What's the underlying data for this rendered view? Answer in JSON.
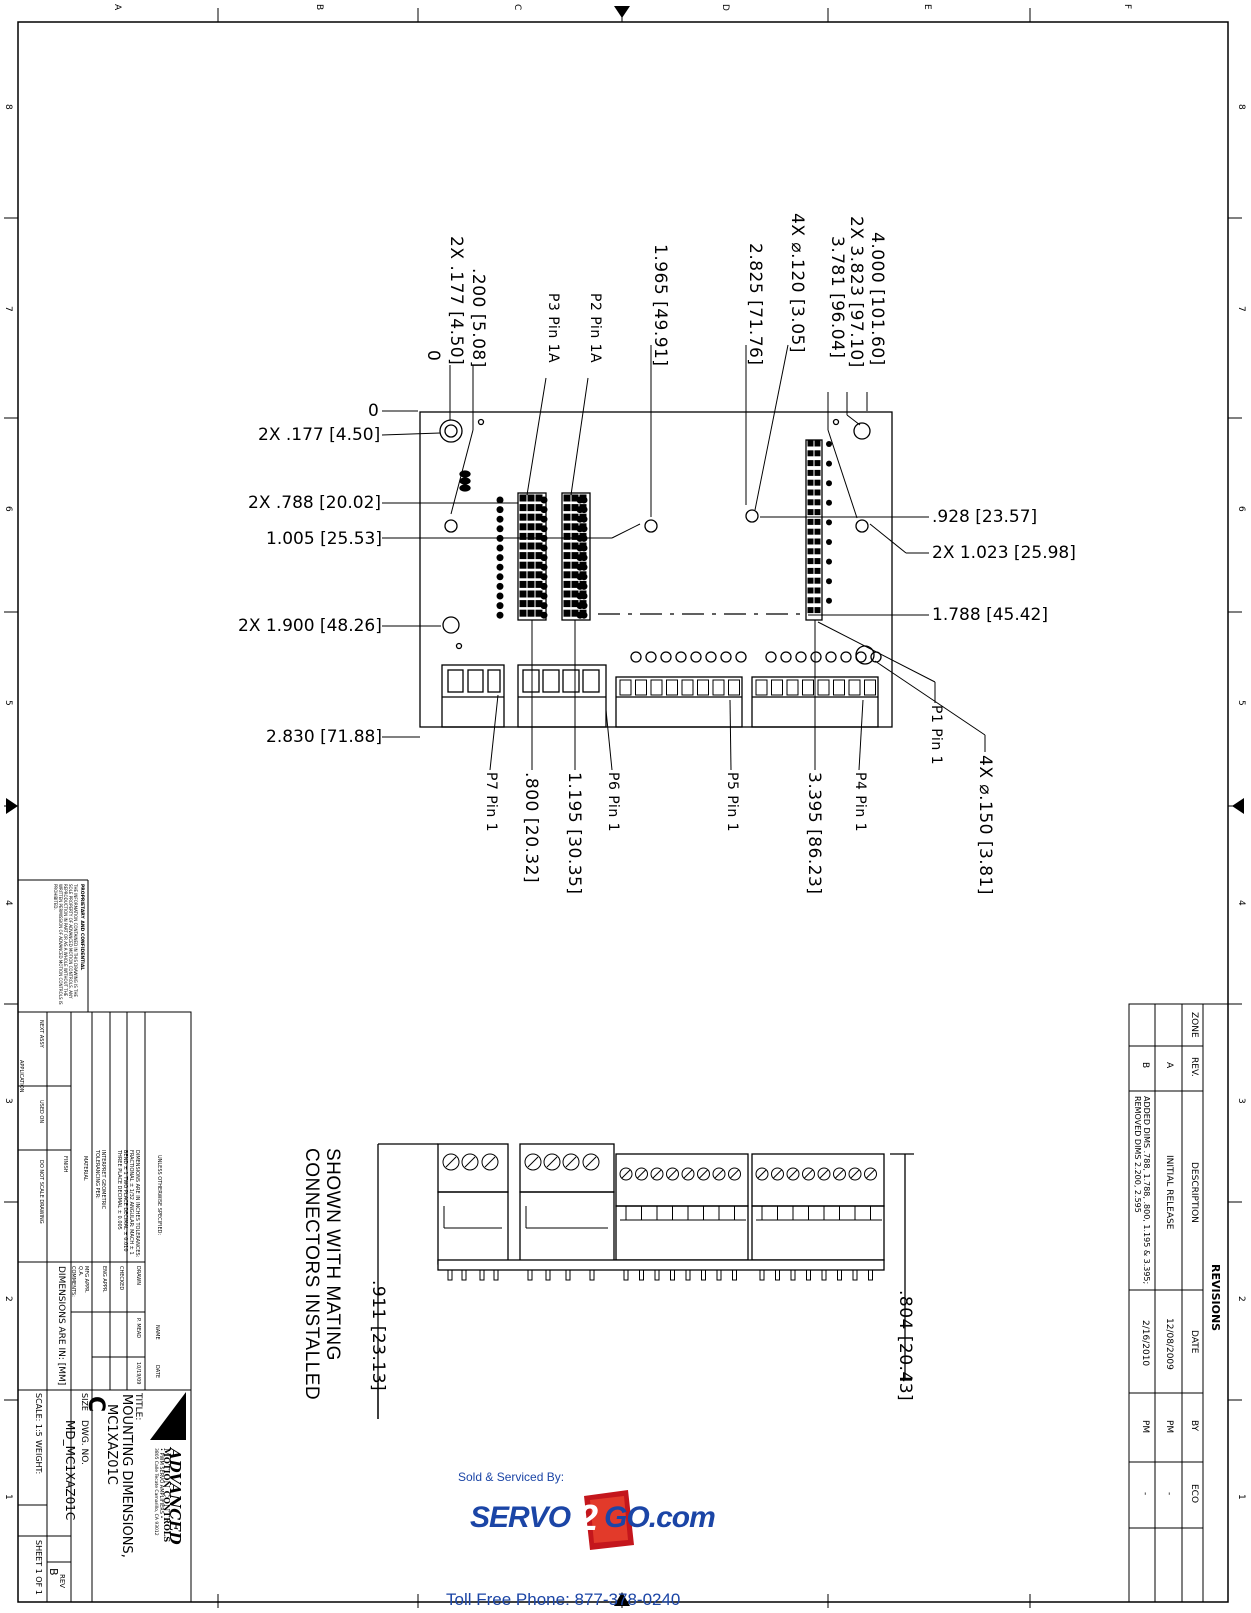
{
  "top_view": {
    "dims_top": {
      "d1": "4.000 [101.60]",
      "d2": "2X 3.823 [97.10]",
      "d3": "3.781 [96.04]",
      "d4": "4X ⌀.120 [3.05]",
      "d5": "2.825 [71.76]",
      "d6": "1.965 [49.91]",
      "d7": "P2 Pin 1A",
      "d8": "P3 Pin 1A",
      "d9": ".200 [5.08]",
      "d10": "2X .177 [4.50]",
      "d11": "0"
    },
    "dims_left": {
      "l0": "0",
      "l1": "2X .177 [4.50]",
      "l2": "2X .788 [20.02]",
      "l3": "1.005 [25.53]",
      "l4": "2X 1.900 [48.26]",
      "l5": "2.830 [71.88]"
    },
    "dims_right": {
      "r1": ".928 [23.57]",
      "r2": "2X 1.023 [25.98]",
      "r3": "1.788 [45.42]"
    },
    "dims_bottom": {
      "b1": "P7 Pin 1",
      "b2": ".800 [20.32]",
      "b3": "1.195 [30.35]",
      "b4": "P6 Pin 1",
      "b5": "P5 Pin 1",
      "b6": "3.395 [86.23]",
      "b7": "P4 Pin 1",
      "b8": "P1 Pin 1",
      "b9": "4X ⌀.150 [3.81]"
    }
  },
  "side_view": {
    "note_line1": "SHOWN WITH MATING",
    "note_line2": "CONNECTORS INSTALLED",
    "dim_left": ".911 [23.13]",
    "dim_right": ".804 [20.43]"
  },
  "border_zones": {
    "top": [
      "A",
      "B",
      "C",
      "D",
      "E",
      "F"
    ],
    "side": [
      "8",
      "7",
      "6",
      "5",
      "4",
      "3",
      "2",
      "1"
    ]
  },
  "revisions": {
    "title": "REVISIONS",
    "headers": [
      "ZONE",
      "REV.",
      "DESCRIPTION",
      "DATE",
      "BY",
      "ECO"
    ],
    "rows": [
      [
        "",
        "A",
        "INITIAL RELEASE",
        "12/08/2009",
        "PM",
        "-"
      ],
      [
        "",
        "B",
        "ADDED DIMS .788, 1.788, .800, 1.195 & 3.395; REMOVED DIMS 2.200, 2.595",
        "2/16/2010",
        "PM",
        "-"
      ]
    ]
  },
  "title_block": {
    "company": "ADVANCED",
    "company_sub": "MOTION CONTROLS",
    "company_tag": "• PWM SERVO AMPLIFIERS •",
    "company_addr": "3805 Calle Tecate Camarillo, CA 93012",
    "title_label": "TITLE:",
    "title_line1": "MOUNTING DIMENSIONS,",
    "title_line2": "MC1XAZ01C",
    "size_label": "SIZE",
    "size_value": "C",
    "dwg_label": "DWG. NO.",
    "dwg_value": "MD_MC1XAZ01C",
    "rev_label": "REV",
    "rev_value": "B",
    "scale": "SCALE: 1:5",
    "weight": "WEIGHT:",
    "sheet": "SHEET 1 OF 1",
    "units": "DIMENSIONS ARE IN: [MM]",
    "unless": "UNLESS OTHERWISE SPECIFIED:",
    "name_label": "NAME",
    "date_label": "DATE",
    "drawn": "DRAWN",
    "drawn_name": "P. MEAD",
    "drawn_date": "10/19/09",
    "checked": "CHECKED",
    "eng_appr": "ENG APPR.",
    "mfg_appr": "MFG APPR.",
    "qa": "Q.A.",
    "comments": "COMMENTS:",
    "tolerances": "DIMENSIONS ARE IN INCHES TOLERANCES: FRACTIONAL ± 1/32 ANGULAR: MACH ± 1 BEND ± 1 TWO PLACE DECIMAL ± 0.010 THREE PLACE DECIMAL ± 0.005",
    "interpret": "INTERPRET GEOMETRIC TOLERANCING PER:",
    "material": "MATERIAL",
    "finish": "FINISH",
    "next_assy": "NEXT ASSY",
    "used_on": "USED ON",
    "application": "APPLICATION",
    "do_not_scale": "DO NOT SCALE DRAWING",
    "proprietary_title": "PROPRIETARY AND CONFIDENTIAL",
    "proprietary_text": "THE INFORMATION CONTAINED IN THIS DRAWING IS THE SOLE PROPERTY OF ADVANCED MOTION CONTROLS. ANY REPRODUCTION IN PART OR AS A WHOLE WITHOUT THE WRITTEN PERMISSION OF ADVANCED MOTION CONTROLS IS PROHIBITED."
  },
  "reseller": {
    "sold_by": "Sold & Serviced By:",
    "brand_a": "SERVO",
    "brand_b": "2",
    "brand_c": "GO.com",
    "phone": "Toll Free Phone: 877-378-0240"
  }
}
